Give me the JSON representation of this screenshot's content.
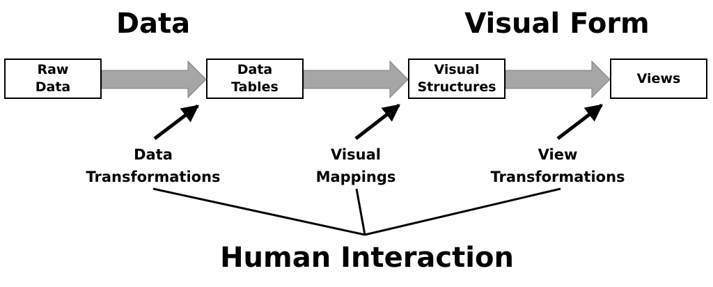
{
  "headings": {
    "data": "Data",
    "visual_form": "Visual Form",
    "human_interaction": "Human Interaction"
  },
  "stages": [
    {
      "label": "Raw\nData"
    },
    {
      "label": "Data\nTables"
    },
    {
      "label": "Visual\nStructures"
    },
    {
      "label": "Views"
    }
  ],
  "transformations": [
    {
      "label": "Data\nTransformations"
    },
    {
      "label": "Visual\nMappings"
    },
    {
      "label": "View\nTransformations"
    }
  ],
  "colors": {
    "flow_arrow_fill": "#a6a6a6",
    "box_border": "#000000",
    "text": "#000000"
  }
}
